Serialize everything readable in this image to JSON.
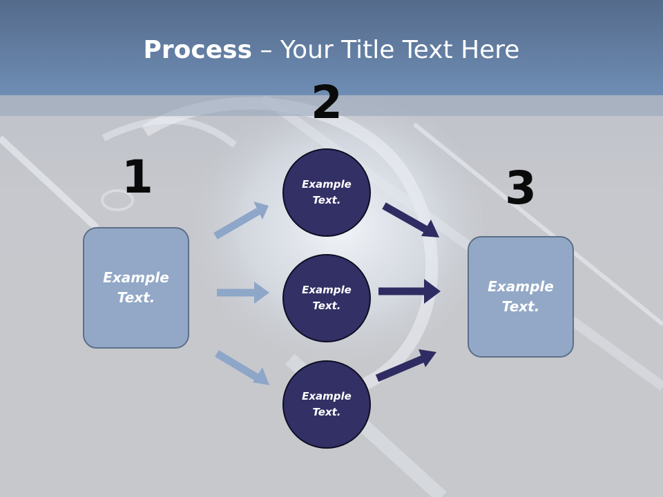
{
  "title": {
    "bold": "Process",
    "dash": " – ",
    "rest": "Your Title Text Here"
  },
  "steps": {
    "one": "1",
    "two": "2",
    "three": "3"
  },
  "left_box": {
    "line1": "Example",
    "line2": "Text."
  },
  "circles": [
    {
      "line1": "Example",
      "line2": "Text."
    },
    {
      "line1": "Example",
      "line2": "Text."
    },
    {
      "line1": "Example",
      "line2": "Text."
    }
  ],
  "right_box": {
    "line1": "Example",
    "line2": "Text."
  },
  "colors": {
    "title_band": "#6f8db4",
    "box_fill": "#92a8c6",
    "circle_fill": "#323064",
    "light_arrow": "#8ea6c8",
    "dark_arrow": "#2e2c62"
  }
}
